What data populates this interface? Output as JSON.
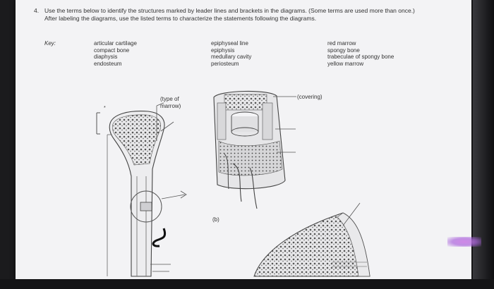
{
  "question": {
    "number": "4.",
    "text": "Use the terms below to identify the structures marked by leader lines and brackets in the diagrams. (Some terms are used more than once.) After labeling the diagrams, use the listed terms to characterize the statements following the diagrams."
  },
  "key": {
    "label": "Key:",
    "columns": [
      [
        "articular cartilage",
        "compact bone",
        "diaphysis",
        "endosteum"
      ],
      [
        "epiphyseal line",
        "epiphysis",
        "medullary cavity",
        "periosteum"
      ],
      [
        "red marrow",
        "spongy bone",
        "trabeculae of spongy bone",
        "yellow marrow"
      ]
    ]
  },
  "diagram_labels": {
    "type_of_marrow": "(type of marrow)",
    "covering": "(covering)",
    "panel_b": "(b)"
  },
  "colors": {
    "paper": "#f3f3f5",
    "ink": "#333333",
    "background": "#1b1b1d"
  }
}
